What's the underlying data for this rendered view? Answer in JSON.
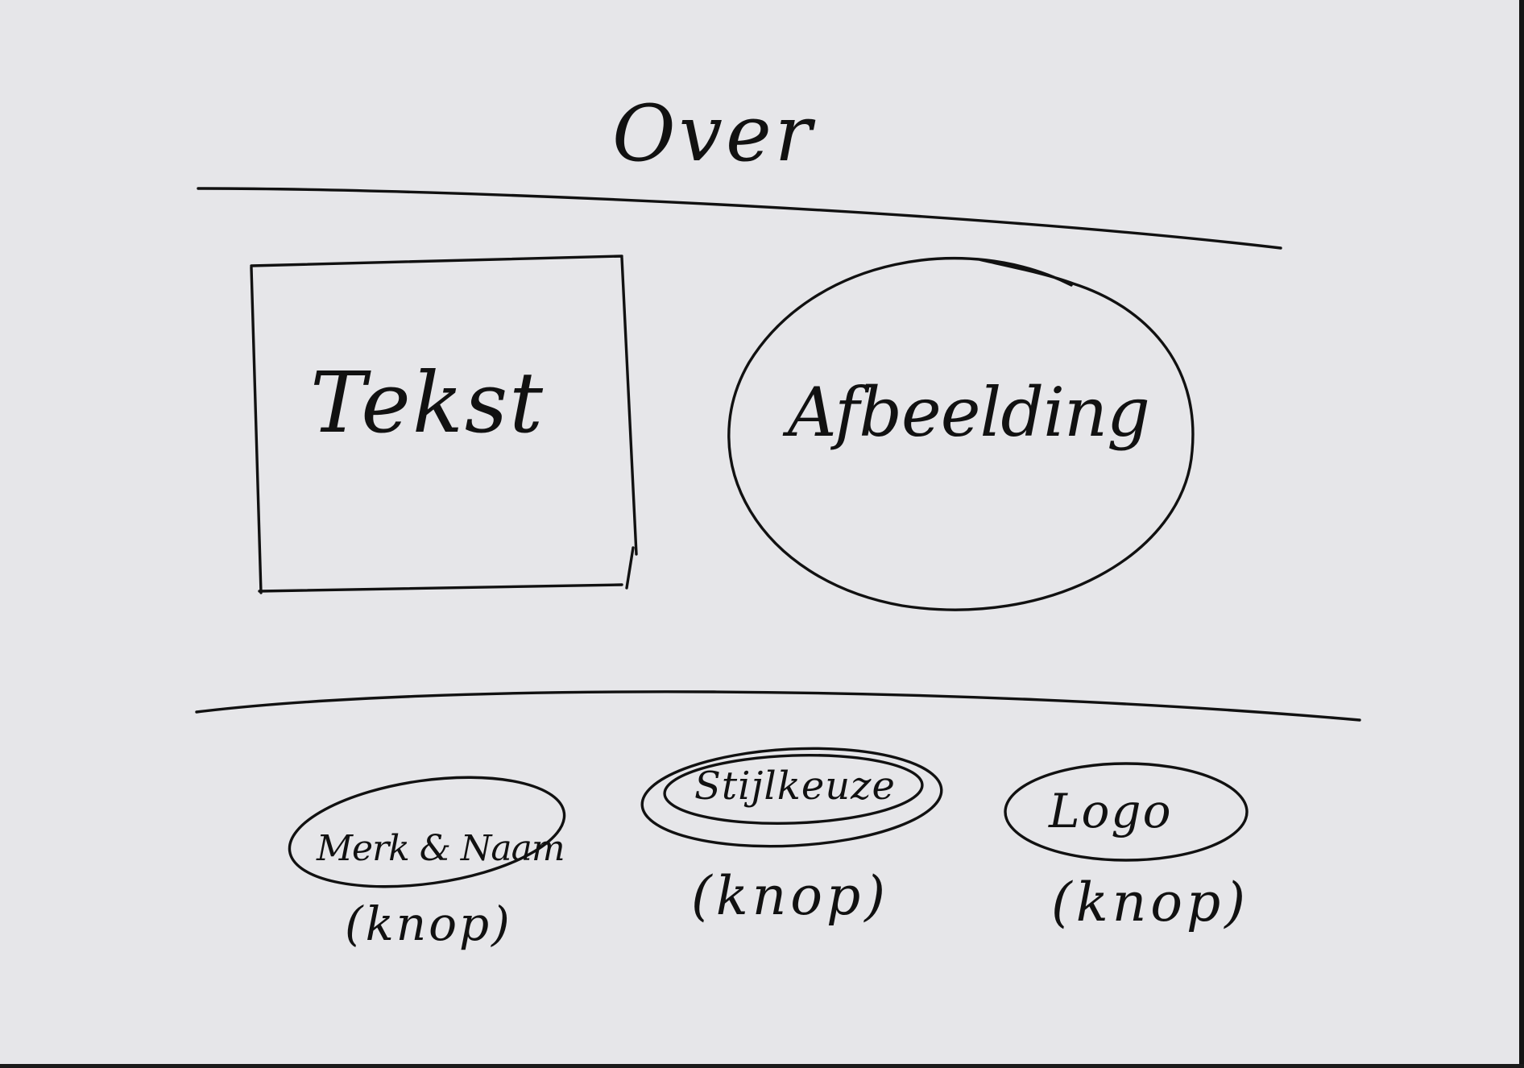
{
  "sketch": {
    "title": "Over",
    "content": {
      "text_block": "Tekst",
      "image_block": "Afbeelding"
    },
    "buttons": [
      {
        "label": "Merk & Naam",
        "caption": "(knop)"
      },
      {
        "label": "Stijlkeuze",
        "caption": "(knop)"
      },
      {
        "label": "Logo",
        "caption": "(knop)"
      }
    ],
    "colors": {
      "paper": "#e6e6e9",
      "ink": "#111111"
    }
  }
}
